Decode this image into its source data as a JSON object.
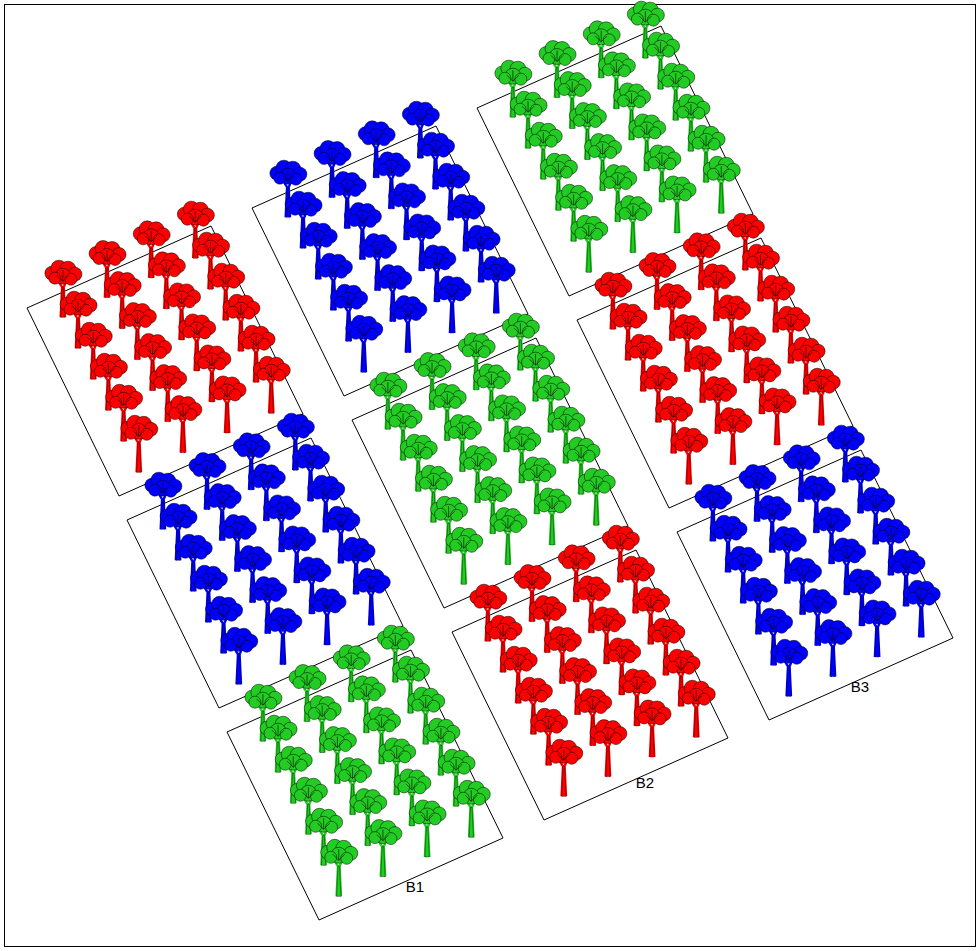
{
  "diagram": {
    "labels": [
      "B1",
      "B2",
      "B3"
    ]
  }
}
